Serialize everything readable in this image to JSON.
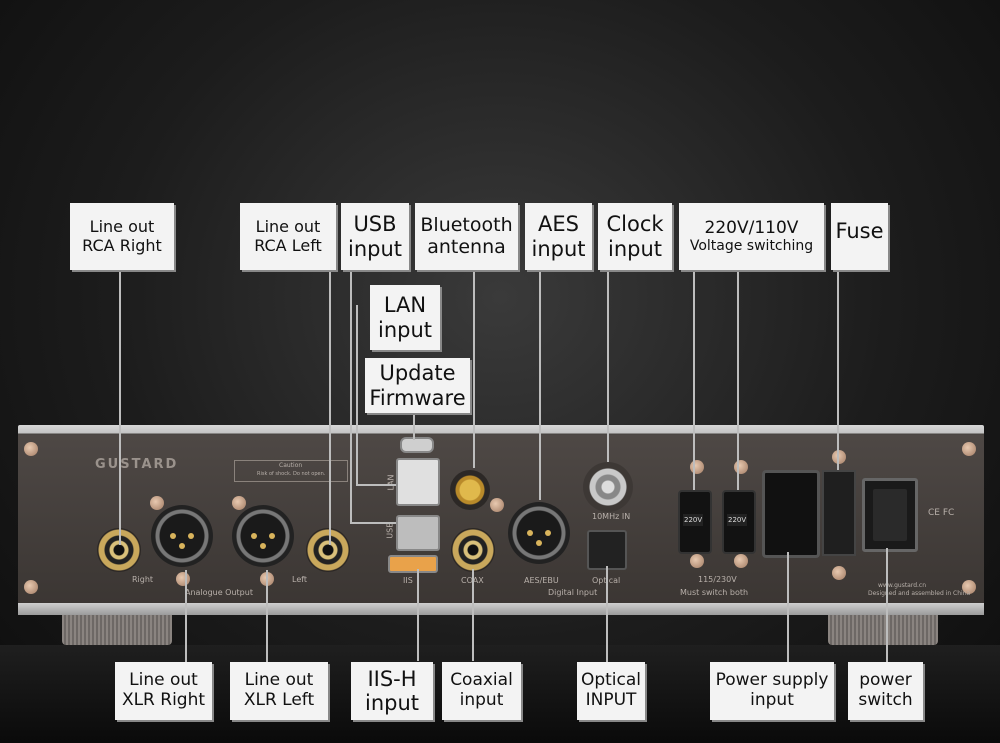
{
  "brand": "GUSTARD",
  "top_labels": [
    {
      "id": "rca-right",
      "lines": [
        "Line out",
        "RCA Right"
      ]
    },
    {
      "id": "rca-left",
      "lines": [
        "Line out",
        "RCA Left"
      ]
    },
    {
      "id": "usb",
      "lines": [
        "USB",
        "input"
      ]
    },
    {
      "id": "bt",
      "lines": [
        "Bluetooth",
        "antenna"
      ]
    },
    {
      "id": "aes",
      "lines": [
        "AES",
        "input"
      ]
    },
    {
      "id": "clock",
      "lines": [
        "Clock",
        "input"
      ]
    },
    {
      "id": "voltage",
      "lines": [
        "220V/110V",
        "Voltage switching"
      ]
    },
    {
      "id": "fuse",
      "lines": [
        "Fuse"
      ]
    },
    {
      "id": "lan",
      "lines": [
        "LAN",
        "input"
      ]
    },
    {
      "id": "firmware",
      "lines": [
        "Update",
        "Firmware"
      ]
    }
  ],
  "bottom_labels": [
    {
      "id": "xlr-right",
      "lines": [
        "Line out",
        "XLR Right"
      ]
    },
    {
      "id": "xlr-left",
      "lines": [
        "Line out",
        "XLR Left"
      ]
    },
    {
      "id": "iis",
      "lines": [
        "IIS-H",
        "input"
      ]
    },
    {
      "id": "coax",
      "lines": [
        "Coaxial",
        "input"
      ]
    },
    {
      "id": "optical",
      "lines": [
        "Optical",
        "INPUT"
      ]
    },
    {
      "id": "power-in",
      "lines": [
        "Power supply",
        "input"
      ]
    },
    {
      "id": "power-sw",
      "lines": [
        "power",
        "switch"
      ]
    }
  ],
  "panel_text": {
    "right": "Right",
    "left": "Left",
    "analogue": "Analogue Output",
    "lan": "LAN",
    "usb": "USB",
    "iis": "IIS",
    "coax": "COAX",
    "aes": "AES/EBU",
    "optical": "Optical",
    "digital": "Digital Input",
    "clock": "10MHz IN",
    "v1": "220V",
    "v2": "220V",
    "voltage": "115/230V",
    "must": "Must switch both",
    "url": "www.gustard.cn",
    "made": "Designed and assembled in China",
    "caution": "Caution",
    "caution_sub": "Risk of shock. Do not open.",
    "marks": "CE FC"
  }
}
